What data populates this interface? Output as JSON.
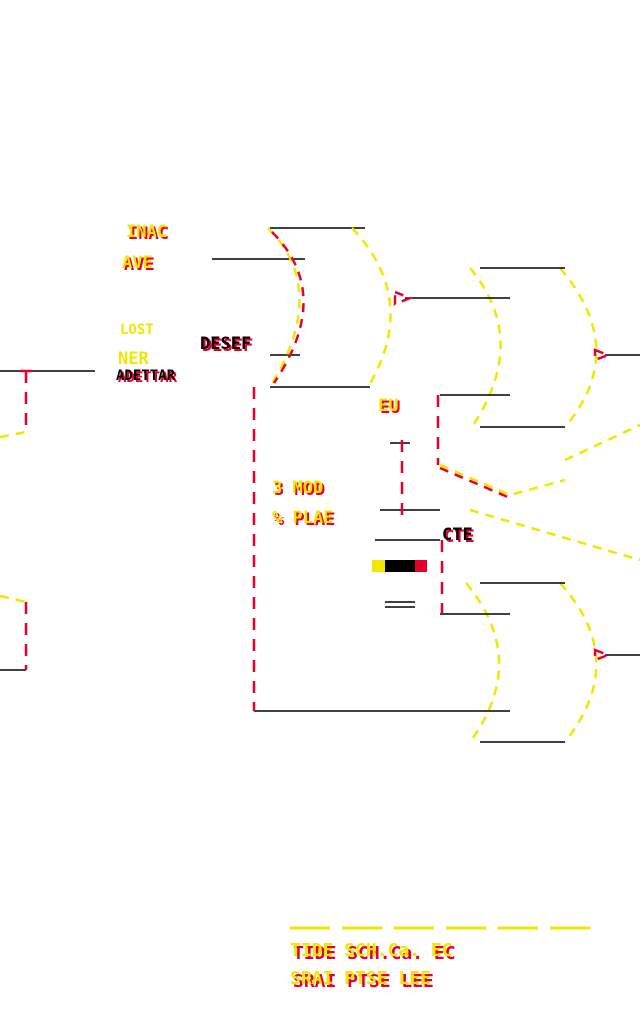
{
  "colors": {
    "background": "#ffffff",
    "wire": "#000000",
    "dash": "#e4002b",
    "text_primary": "#f2e600",
    "text_shadow": "#e4002b",
    "gate_outline": "#f2e600"
  },
  "labels": {
    "input_a": "INAC",
    "input_b": "AVE",
    "input_c_top": "LOST",
    "input_c_mid": "DESEF",
    "input_c_sub": "NER",
    "input_d": "ADETTAR",
    "center_1": "3 MOD",
    "center_2": "% PLAE",
    "mux_1": "EU",
    "mux_2": "CTE",
    "title_line_1": "TIDE SCH.Ca. EC",
    "title_line_2": "SRAI PTSE LEE"
  }
}
